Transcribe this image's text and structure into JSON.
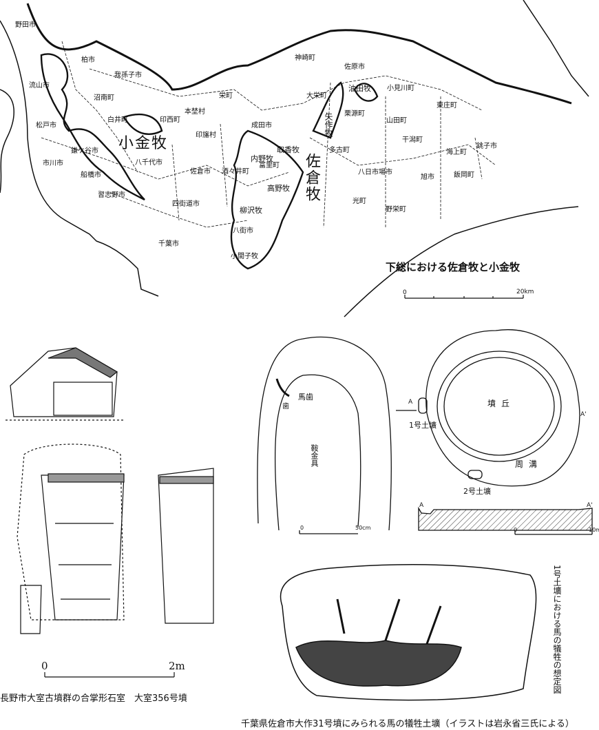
{
  "map": {
    "title": "下総における佐倉牧と小金牧",
    "scale": {
      "start": "0",
      "end": "20km"
    },
    "municipalities": [
      "野田市",
      "柏市",
      "我孫子市",
      "流山市",
      "沼南町",
      "白井町",
      "印西町",
      "本埜村",
      "印旛村",
      "栄町",
      "成田市",
      "松戸市",
      "鎌ケ谷市",
      "市川市",
      "船橋市",
      "八千代市",
      "佐倉市",
      "酒々井町",
      "習志野市",
      "四街道市",
      "千葉市",
      "八街市",
      "神崎町",
      "佐原市",
      "大栄町",
      "小見川町",
      "栗源町",
      "山田町",
      "東庄町",
      "多古町",
      "干潟町",
      "海上町",
      "銚子市",
      "八日市場市",
      "旭市",
      "飯岡町",
      "光町",
      "野栄町",
      "富里町"
    ],
    "ranches": {
      "kogane": "小金牧",
      "sakura": "佐倉牧",
      "yahagi": "矢作牧",
      "aburata": "油田牧",
      "torika": "取香牧",
      "uchino": "内野牧",
      "takano": "高野牧",
      "yanagisawa": "柳沢牧",
      "komagome": "小間子牧"
    }
  },
  "stone_chamber": {
    "scale": {
      "start": "0",
      "end": "2m"
    },
    "caption": "長野市大室古墳群の合掌形石室　大室356号墳"
  },
  "pit_plan": {
    "teeth": "馬歯",
    "tooth": "歯",
    "saddle": "鞍金具",
    "scale_start": "0",
    "scale_end": "50cm"
  },
  "mound_plan": {
    "mound": "墳丘",
    "ditch": "周溝",
    "pit1": "1号土壙",
    "pit2": "2号土壙",
    "a": "A",
    "a_prime": "A'",
    "scale_start": "0",
    "scale_end": "10m"
  },
  "illustration": {
    "vertical_caption": "1号土壙における馬の犠牲の想定図",
    "caption": "千葉県佐倉市大作31号墳にみられる馬の犠牲土壙（イラストは岩永省三氏による）"
  }
}
